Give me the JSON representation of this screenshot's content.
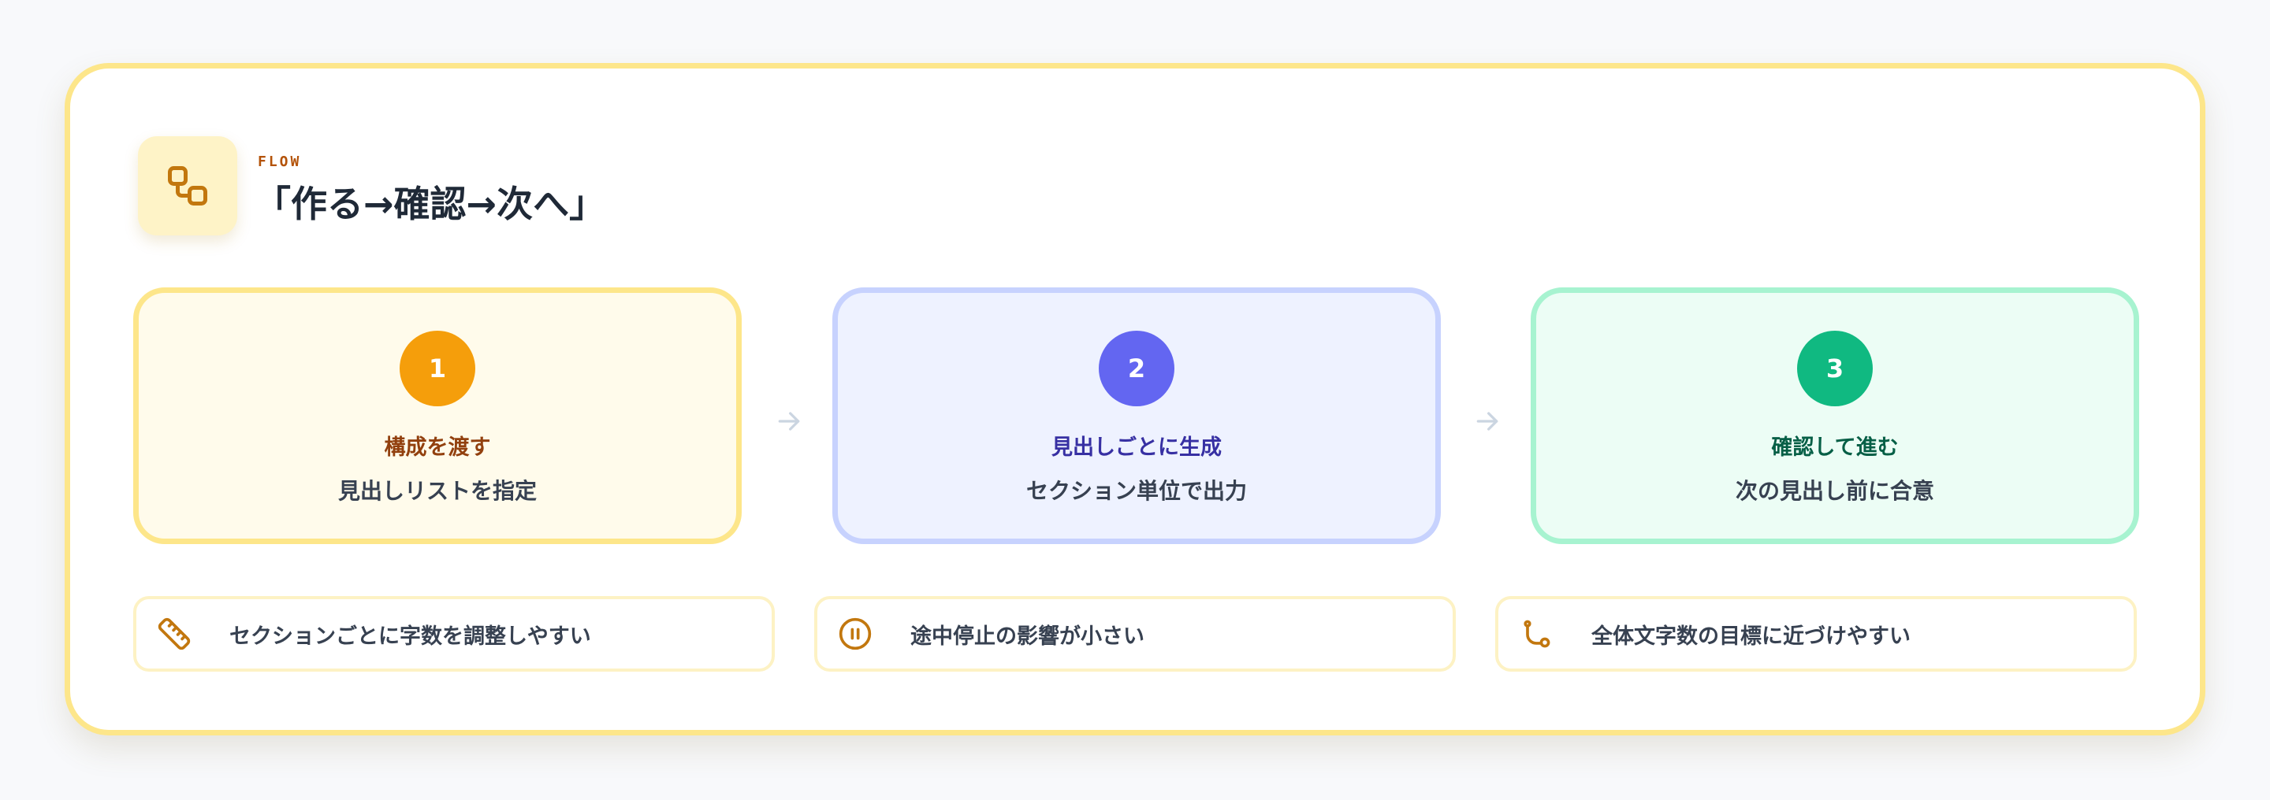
{
  "header": {
    "icon": "workflow-icon",
    "eyebrow": "FLOW",
    "title": "「作る→確認→次へ」"
  },
  "steps": [
    {
      "number": "1",
      "title": "構成を渡す",
      "description": "見出しリストを指定",
      "accent": "#f59e0b",
      "title_color": "#92400e",
      "bg": "#fffbeb",
      "border": "#fde68a"
    },
    {
      "number": "2",
      "title": "見出しごとに生成",
      "description": "セクション単位で出力",
      "accent": "#6366f1",
      "title_color": "#3730a3",
      "bg": "#eef2ff",
      "border": "#c7d2fe"
    },
    {
      "number": "3",
      "title": "確認して進む",
      "description": "次の見出し前に合意",
      "accent": "#10b981",
      "title_color": "#065f46",
      "bg": "#ecfdf5",
      "border": "#a7f3d0"
    }
  ],
  "connector_icon": "arrow-right-icon",
  "benefits": [
    {
      "icon": "ruler-icon",
      "label": "セクションごとに字数を調整しやすい"
    },
    {
      "icon": "pause-circle-icon",
      "label": "途中停止の影響が小さい"
    },
    {
      "icon": "git-branch-icon",
      "label": "全体文字数の目標に近づけやすい"
    }
  ],
  "colors": {
    "frame_border": "#fde68a",
    "icon_accent": "#c2770e",
    "text_dark": "#1f2937",
    "text_body": "#374151"
  }
}
